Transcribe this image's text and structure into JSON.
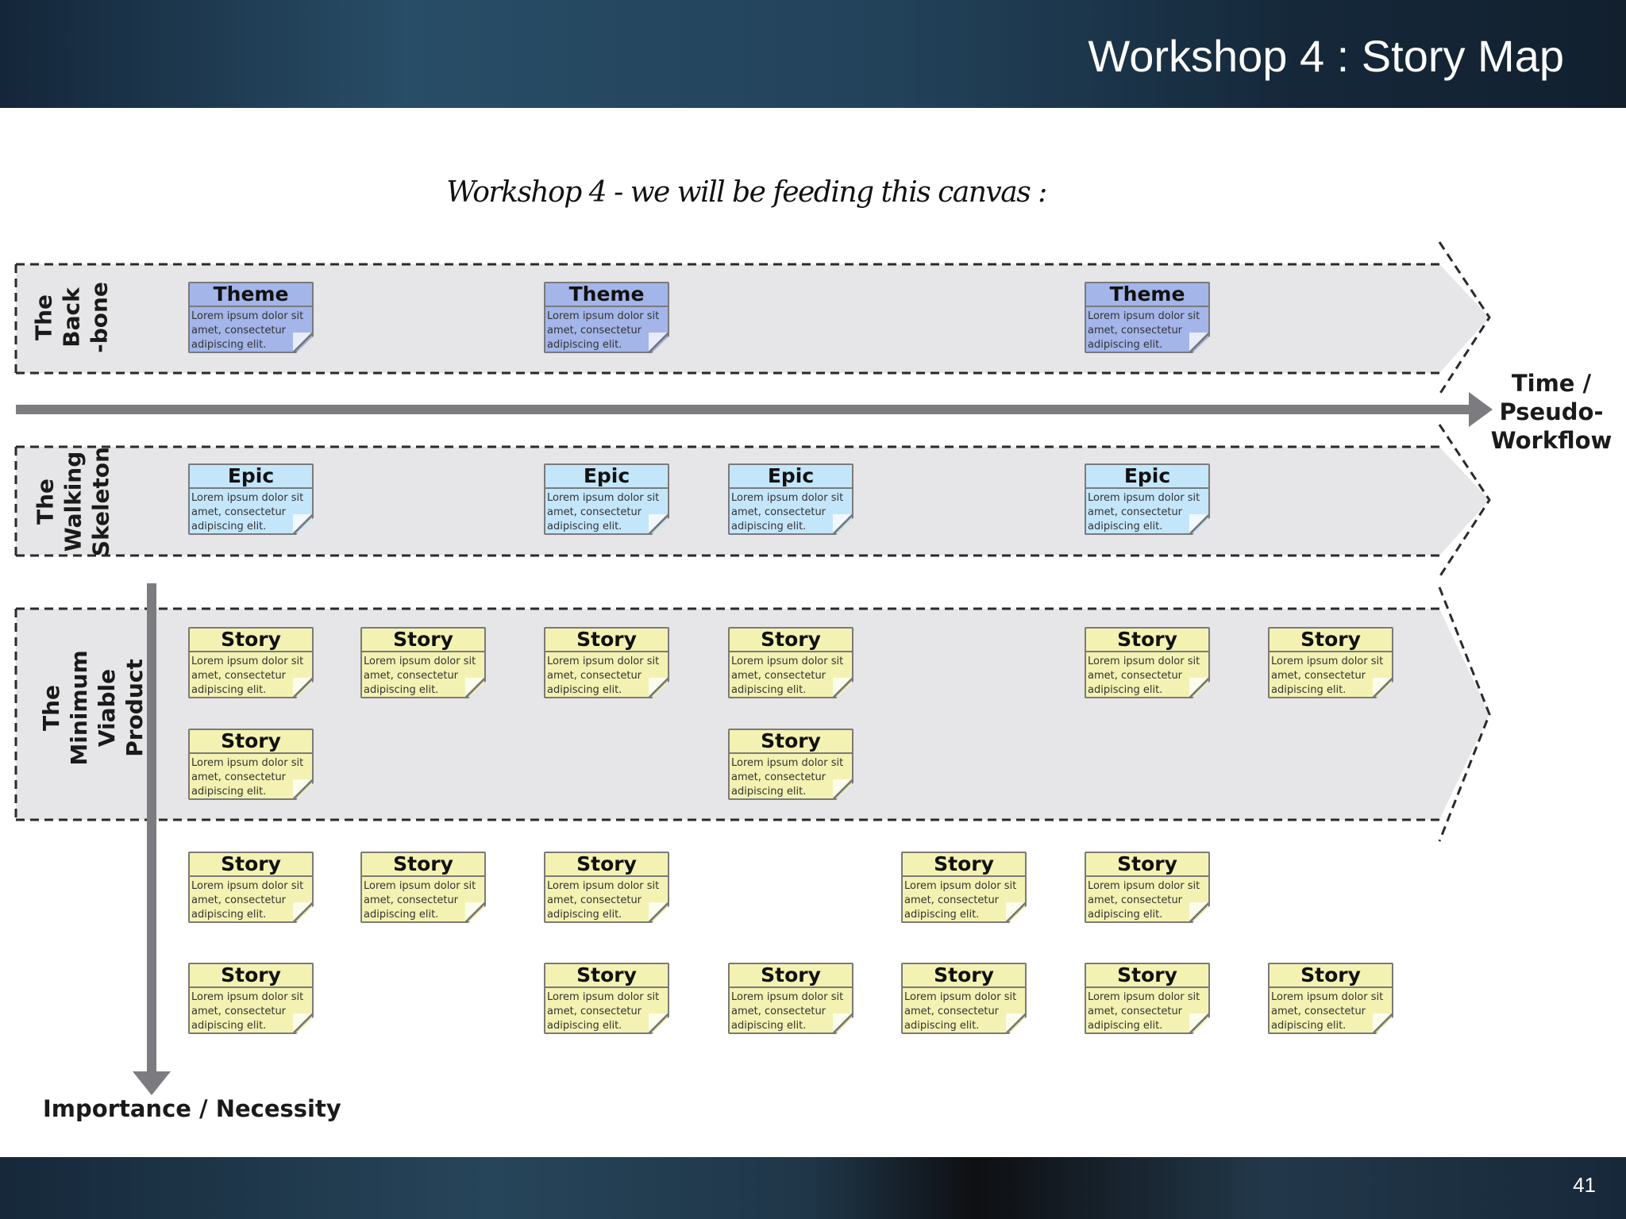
{
  "slide": {
    "title": "Workshop 4 : Story Map",
    "page_number": "41"
  },
  "canvas_heading": "Workshop 4 - we will be feeding this canvas :",
  "colors": {
    "theme": "#a3b5e9",
    "epic": "#c4e6fb",
    "story": "#f3f2b2",
    "lane_fill": "#e6e6e8",
    "arrow": "#7b7b80"
  },
  "lanes": [
    {
      "id": "backbone",
      "label_lines": [
        "The",
        "Back",
        "-bone"
      ]
    },
    {
      "id": "walking-skeleton",
      "label_lines": [
        "The",
        "Walking",
        "Skeleton"
      ]
    },
    {
      "id": "mvp",
      "label_lines": [
        "The",
        "Minimum",
        "Viable",
        "Product"
      ]
    }
  ],
  "axes": {
    "time_label_lines": [
      "Time /",
      "Pseudo-",
      "Workflow"
    ],
    "importance_label": "Importance / Necessity"
  },
  "card_text": [
    "Lorem ipsum dolor sit",
    "amet, consectetur",
    "adipiscing elit."
  ],
  "cards": [
    {
      "type": "theme",
      "title": "Theme",
      "row": 0,
      "col": 0
    },
    {
      "type": "theme",
      "title": "Theme",
      "row": 0,
      "col": 2
    },
    {
      "type": "theme",
      "title": "Theme",
      "row": 0,
      "col": 5
    },
    {
      "type": "epic",
      "title": "Epic",
      "row": 1,
      "col": 0
    },
    {
      "type": "epic",
      "title": "Epic",
      "row": 1,
      "col": 2
    },
    {
      "type": "epic",
      "title": "Epic",
      "row": 1,
      "col": 3
    },
    {
      "type": "epic",
      "title": "Epic",
      "row": 1,
      "col": 5
    },
    {
      "type": "story",
      "title": "Story",
      "row": 2,
      "col": 0
    },
    {
      "type": "story",
      "title": "Story",
      "row": 2,
      "col": 1
    },
    {
      "type": "story",
      "title": "Story",
      "row": 2,
      "col": 2
    },
    {
      "type": "story",
      "title": "Story",
      "row": 2,
      "col": 3
    },
    {
      "type": "story",
      "title": "Story",
      "row": 2,
      "col": 5
    },
    {
      "type": "story",
      "title": "Story",
      "row": 2,
      "col": 6
    },
    {
      "type": "story",
      "title": "Story",
      "row": 3,
      "col": 0
    },
    {
      "type": "story",
      "title": "Story",
      "row": 3,
      "col": 3
    },
    {
      "type": "story",
      "title": "Story",
      "row": 4,
      "col": 0
    },
    {
      "type": "story",
      "title": "Story",
      "row": 4,
      "col": 1
    },
    {
      "type": "story",
      "title": "Story",
      "row": 4,
      "col": 2
    },
    {
      "type": "story",
      "title": "Story",
      "row": 4,
      "col": 4
    },
    {
      "type": "story",
      "title": "Story",
      "row": 4,
      "col": 5
    },
    {
      "type": "story",
      "title": "Story",
      "row": 5,
      "col": 0
    },
    {
      "type": "story",
      "title": "Story",
      "row": 5,
      "col": 2
    },
    {
      "type": "story",
      "title": "Story",
      "row": 5,
      "col": 3
    },
    {
      "type": "story",
      "title": "Story",
      "row": 5,
      "col": 4
    },
    {
      "type": "story",
      "title": "Story",
      "row": 5,
      "col": 5
    },
    {
      "type": "story",
      "title": "Story",
      "row": 5,
      "col": 6
    }
  ]
}
